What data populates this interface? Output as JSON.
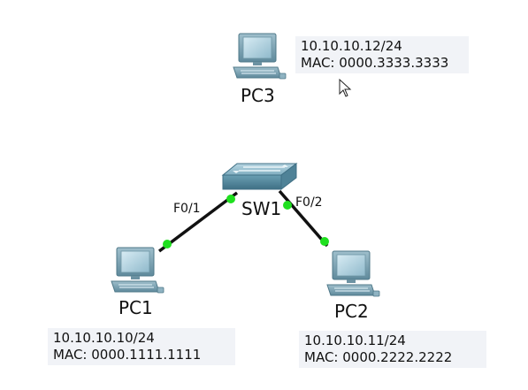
{
  "devices": {
    "pc1": {
      "label": "PC1",
      "ip": "10.10.10.10/24",
      "mac": "MAC: 0000.1111.1111"
    },
    "pc2": {
      "label": "PC2",
      "ip": "10.10.10.11/24",
      "mac": "MAC: 0000.2222.2222"
    },
    "pc3": {
      "label": "PC3",
      "ip": "10.10.10.12/24",
      "mac": "MAC: 0000.3333.3333"
    },
    "sw1": {
      "label": "SW1"
    }
  },
  "ports": {
    "sw1_pc1": "F0/1",
    "sw1_pc2": "F0/2"
  },
  "colors": {
    "link": "#111111",
    "link_up": "#1fe01f",
    "note_bg": "#f1f3f7",
    "switch_body": "#5f96ab"
  },
  "icons": {
    "pc": "desktop-pc-icon",
    "switch": "workgroup-switch-icon",
    "cursor": "mouse-pointer-icon"
  }
}
